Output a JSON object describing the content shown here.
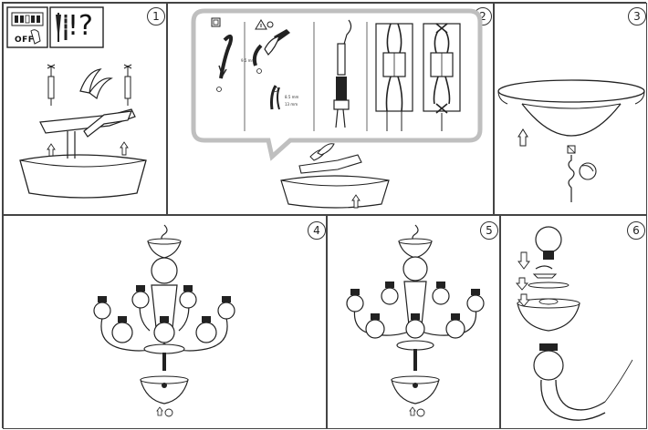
{
  "steps": [
    "1",
    "2",
    "3",
    "4",
    "5",
    "6"
  ],
  "switch_label": "OFF",
  "warning_mark": "!?",
  "strip_length_a": "9.5 mm",
  "strip_length_b": "8.5 mm",
  "strip_length_c": "13 mm",
  "colors": {
    "line": "#222222",
    "callout": "#bfbfbf",
    "fill": "#ffffff"
  },
  "icons": [
    "power-switch-icon",
    "drill-screw-icon",
    "wire-stripper-icon",
    "ceiling-bowl-icon",
    "bulb-icon",
    "chandelier-icon"
  ]
}
